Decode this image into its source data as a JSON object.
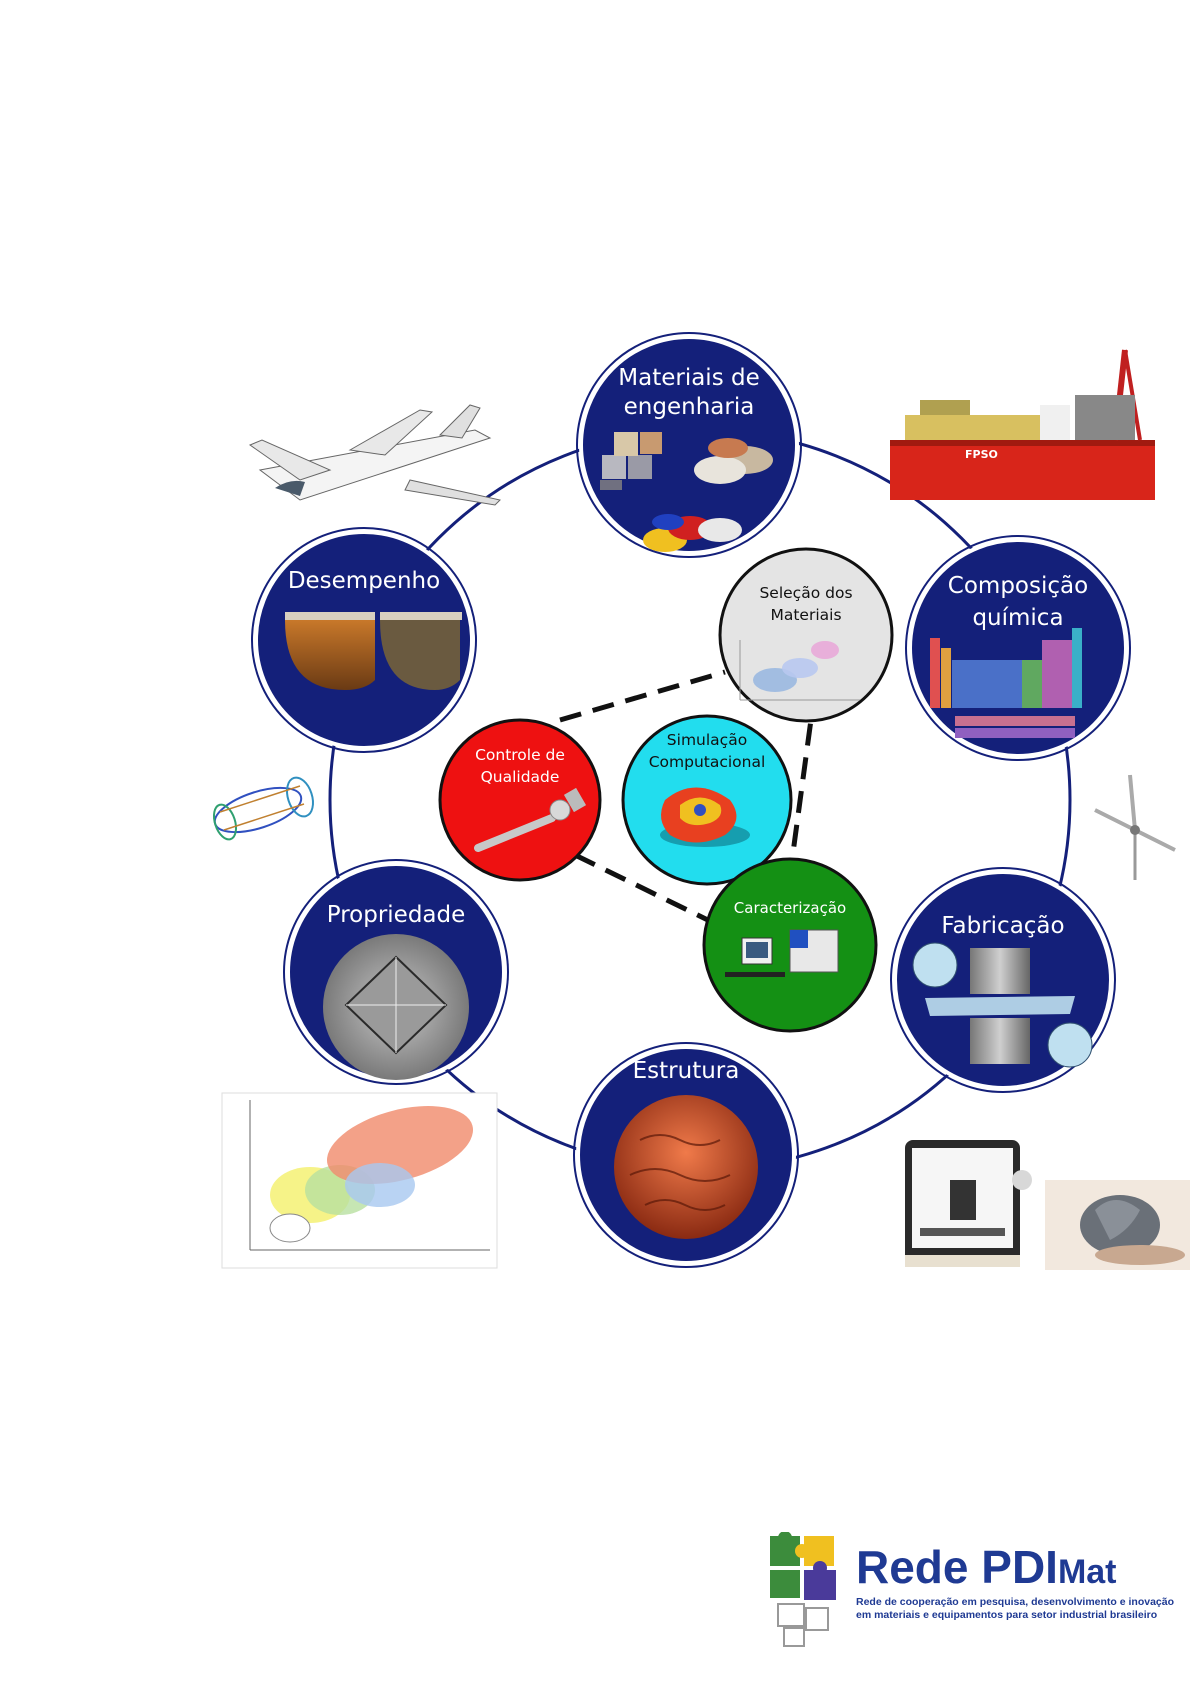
{
  "nodes": {
    "materiais": {
      "line1": "Materiais de",
      "line2": "engenharia"
    },
    "composicao": {
      "line1": "Composição",
      "line2": "química"
    },
    "fabricacao": {
      "label": "Fabricação"
    },
    "estrutura": {
      "label": "Estrutura"
    },
    "propriedade": {
      "label": "Propriedade"
    },
    "desempenho": {
      "label": "Desempenho"
    }
  },
  "inner": {
    "selecao": {
      "line1": "Seleção dos",
      "line2": "Materiais"
    },
    "controle": {
      "line1": "Controle de",
      "line2": "Qualidade"
    },
    "simulacao": {
      "line1": "Simulação",
      "line2": "Computacional"
    },
    "caracterizacao": {
      "label": "Caracterização"
    }
  },
  "ship_label": "FPSO",
  "logo": {
    "title": "Rede PDI",
    "sub": "Mat",
    "tagline1": "Rede de cooperação em pesquisa, desenvolvimento e inovação",
    "tagline2": "em materiais e equipamentos para setor industrial brasileiro"
  },
  "colors": {
    "ring": "#14207a",
    "node_fill": "#14207a",
    "control_red": "#ee1111",
    "simulation_cyan": "#22ddee",
    "characterization_green": "#149014",
    "selection_gray": "#e4e4e4",
    "logo_blue": "#1f3a93"
  }
}
